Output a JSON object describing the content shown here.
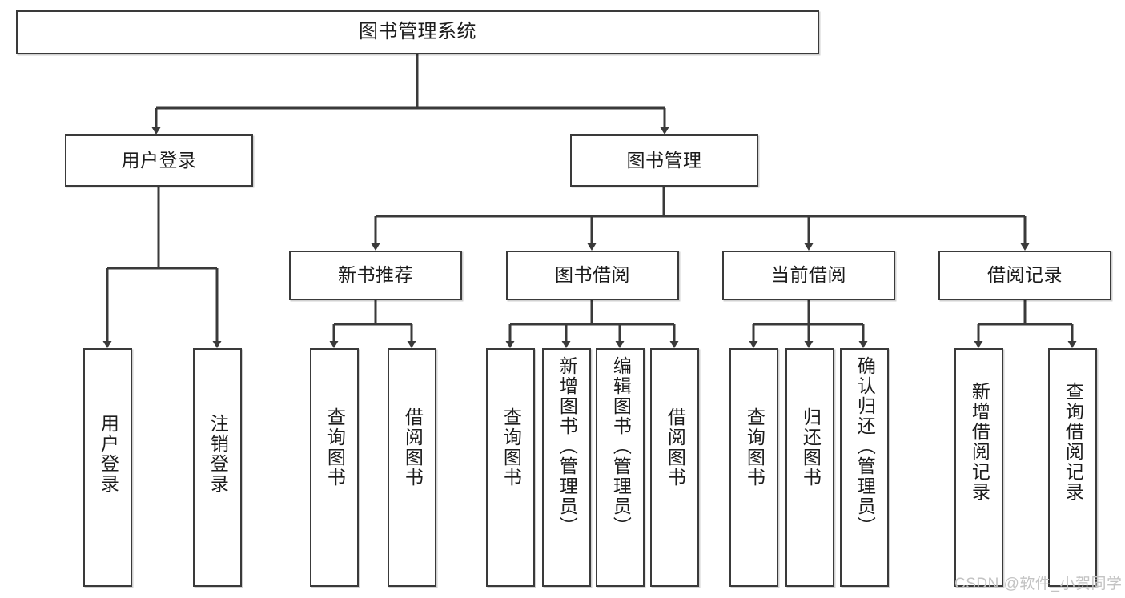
{
  "diagram": {
    "title_node": {
      "id": "root",
      "label": "图书管理系统"
    },
    "level2": [
      {
        "id": "user-login",
        "label": "用户登录"
      },
      {
        "id": "book-manage",
        "label": "图书管理"
      }
    ],
    "level3": [
      {
        "id": "new-book-recommend",
        "label": "新书推荐"
      },
      {
        "id": "book-borrow",
        "label": "图书借阅"
      },
      {
        "id": "current-borrow",
        "label": "当前借阅"
      },
      {
        "id": "borrow-record",
        "label": "借阅记录"
      }
    ],
    "leaves": [
      {
        "id": "leaf-user-login",
        "label": "用户登录",
        "parent": "user-login"
      },
      {
        "id": "leaf-logout-login",
        "label": "注销登录",
        "parent": "user-login"
      },
      {
        "id": "leaf-query-book-1",
        "label": "查询图书",
        "parent": "new-book-recommend"
      },
      {
        "id": "leaf-borrow-book-1",
        "label": "借阅图书",
        "parent": "new-book-recommend"
      },
      {
        "id": "leaf-query-book-2",
        "label": "查询图书",
        "parent": "book-borrow"
      },
      {
        "id": "leaf-add-book",
        "label": "新增图书（管理员）",
        "parent": "book-borrow"
      },
      {
        "id": "leaf-edit-book",
        "label": "编辑图书（管理员）",
        "parent": "book-borrow"
      },
      {
        "id": "leaf-borrow-book-2",
        "label": "借阅图书",
        "parent": "book-borrow"
      },
      {
        "id": "leaf-query-book-3",
        "label": "查询图书",
        "parent": "current-borrow"
      },
      {
        "id": "leaf-return-book",
        "label": "归还图书",
        "parent": "current-borrow"
      },
      {
        "id": "leaf-confirm-return",
        "label": "确认归还（管理员）",
        "parent": "current-borrow"
      },
      {
        "id": "leaf-add-record",
        "label": "新增借阅记录",
        "parent": "borrow-record"
      },
      {
        "id": "leaf-query-record",
        "label": "查询借阅记录",
        "parent": "borrow-record"
      }
    ],
    "watermark": "CSDN @软件_小贺同学",
    "colors": {
      "stroke": "#3a3a3a",
      "text": "#1c1c1c",
      "background": "#ffffff",
      "watermark": "#c3c3c3"
    }
  }
}
